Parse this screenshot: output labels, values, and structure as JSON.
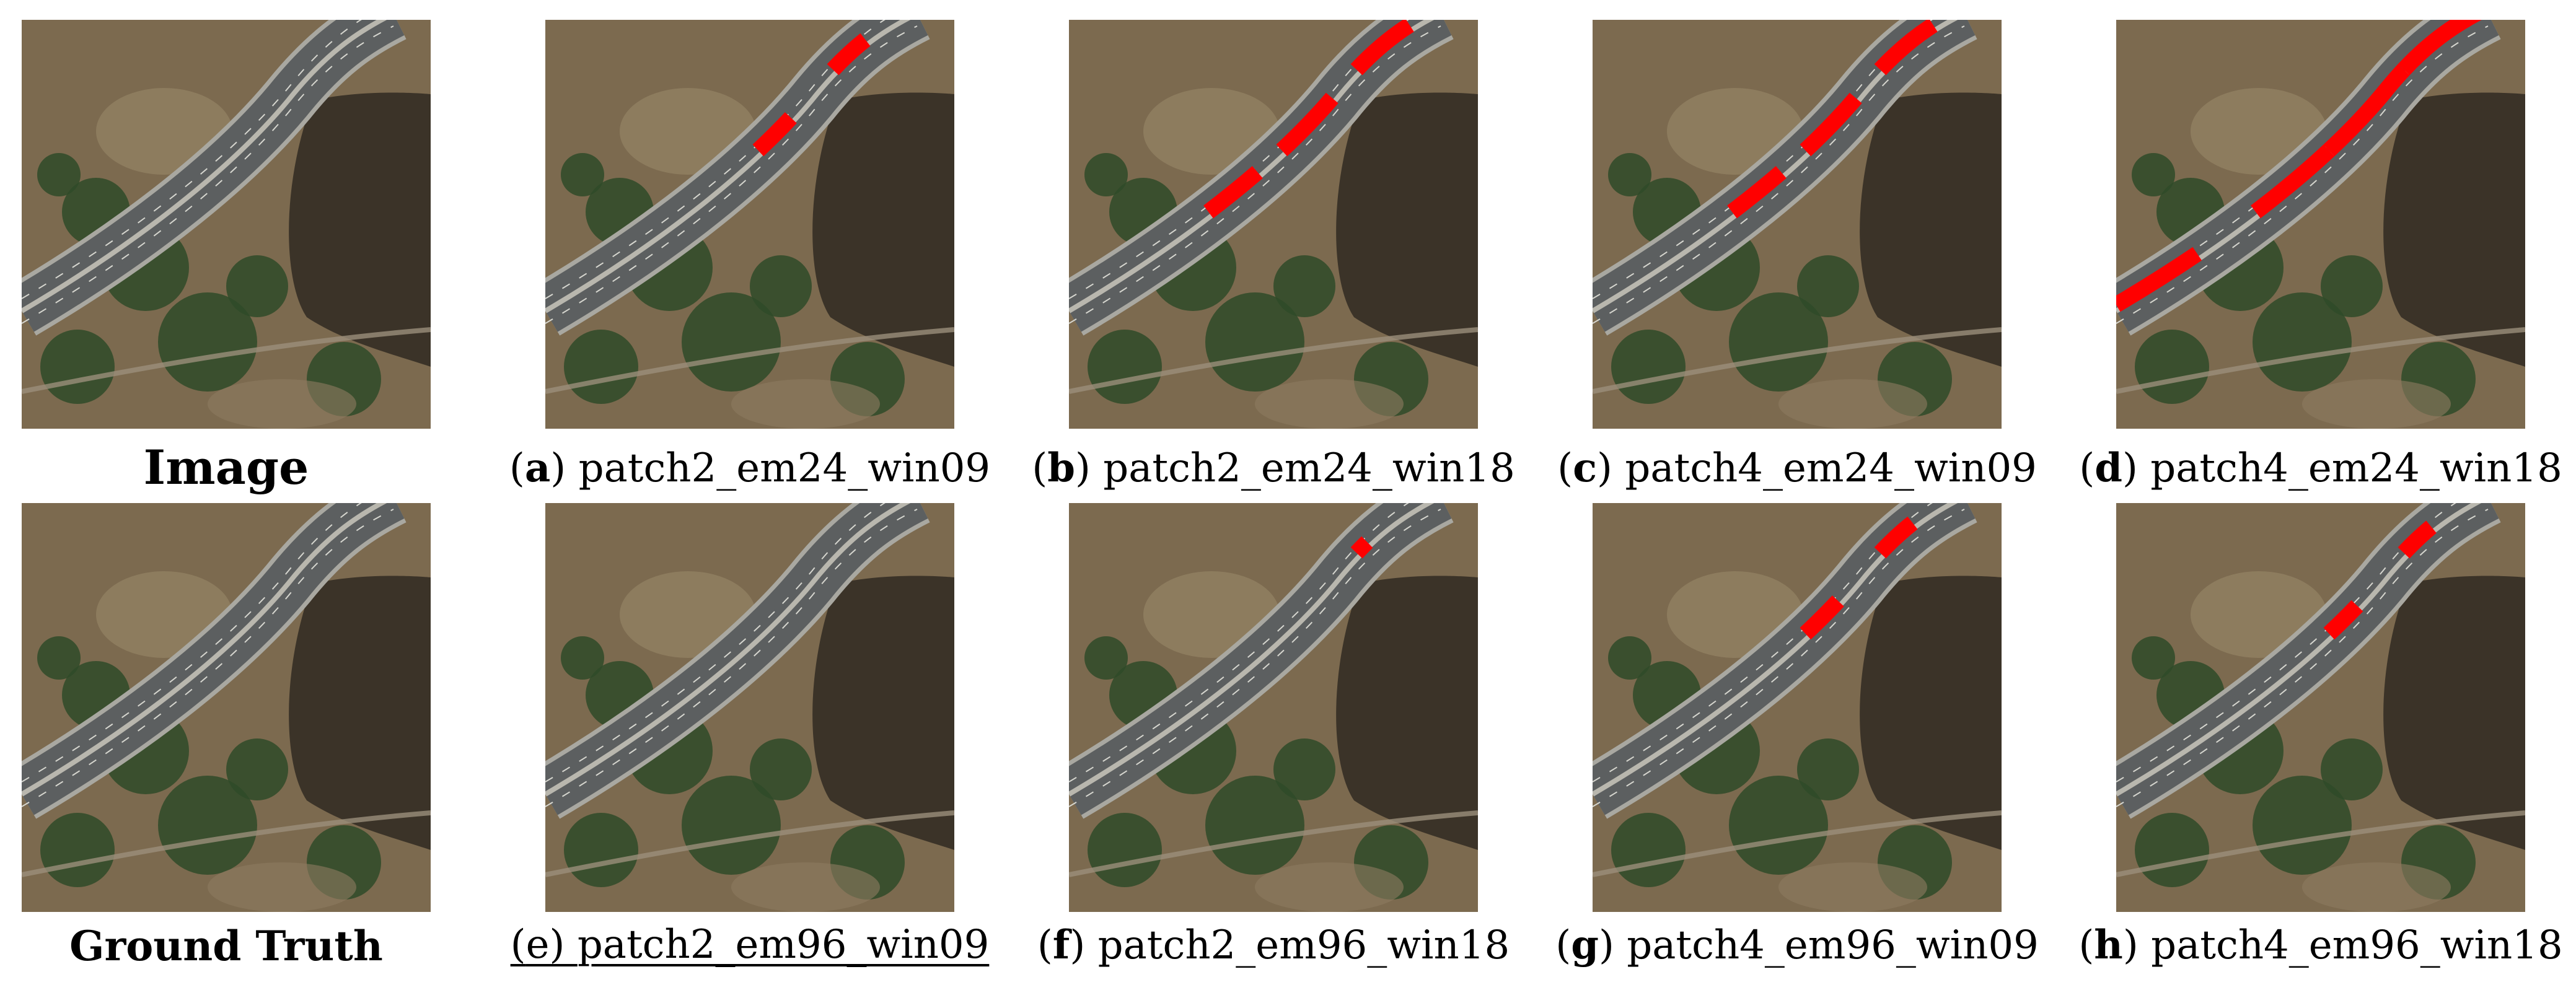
{
  "figure": {
    "row1": [
      {
        "key": "image",
        "caption": "Image"
      },
      {
        "key": "a",
        "letter": "a",
        "caption": "patch2_em24_win09"
      },
      {
        "key": "b",
        "letter": "b",
        "caption": "patch2_em24_win18"
      },
      {
        "key": "c",
        "letter": "c",
        "caption": "patch4_em24_win09"
      },
      {
        "key": "d",
        "letter": "d",
        "caption": "patch4_em24_win18"
      }
    ],
    "row2": [
      {
        "key": "gt",
        "caption": "Ground Truth"
      },
      {
        "key": "e",
        "letter": "e",
        "caption": "patch2_em96_win09"
      },
      {
        "key": "f",
        "letter": "f",
        "caption": "patch2_em96_win18"
      },
      {
        "key": "g",
        "letter": "g",
        "caption": "patch4_em96_win09"
      },
      {
        "key": "h",
        "letter": "h",
        "caption": "patch4_em96_win18"
      }
    ]
  },
  "colors": {
    "vegetation_brown": "#7c6a4f",
    "forest_dark": "#3b3328",
    "highway_gray": "#5c5f60",
    "highway_shoulder": "#a9a8a1",
    "prediction_red": "#ff0000",
    "trees_green": "#2f4a28"
  },
  "overlay_levels": {
    "image": 0,
    "gt": 0,
    "a": 0.35,
    "b": 0.55,
    "c": 0.55,
    "d": 0.85,
    "e": 0,
    "f": 0.12,
    "g": 0.35,
    "h": 0.3
  }
}
